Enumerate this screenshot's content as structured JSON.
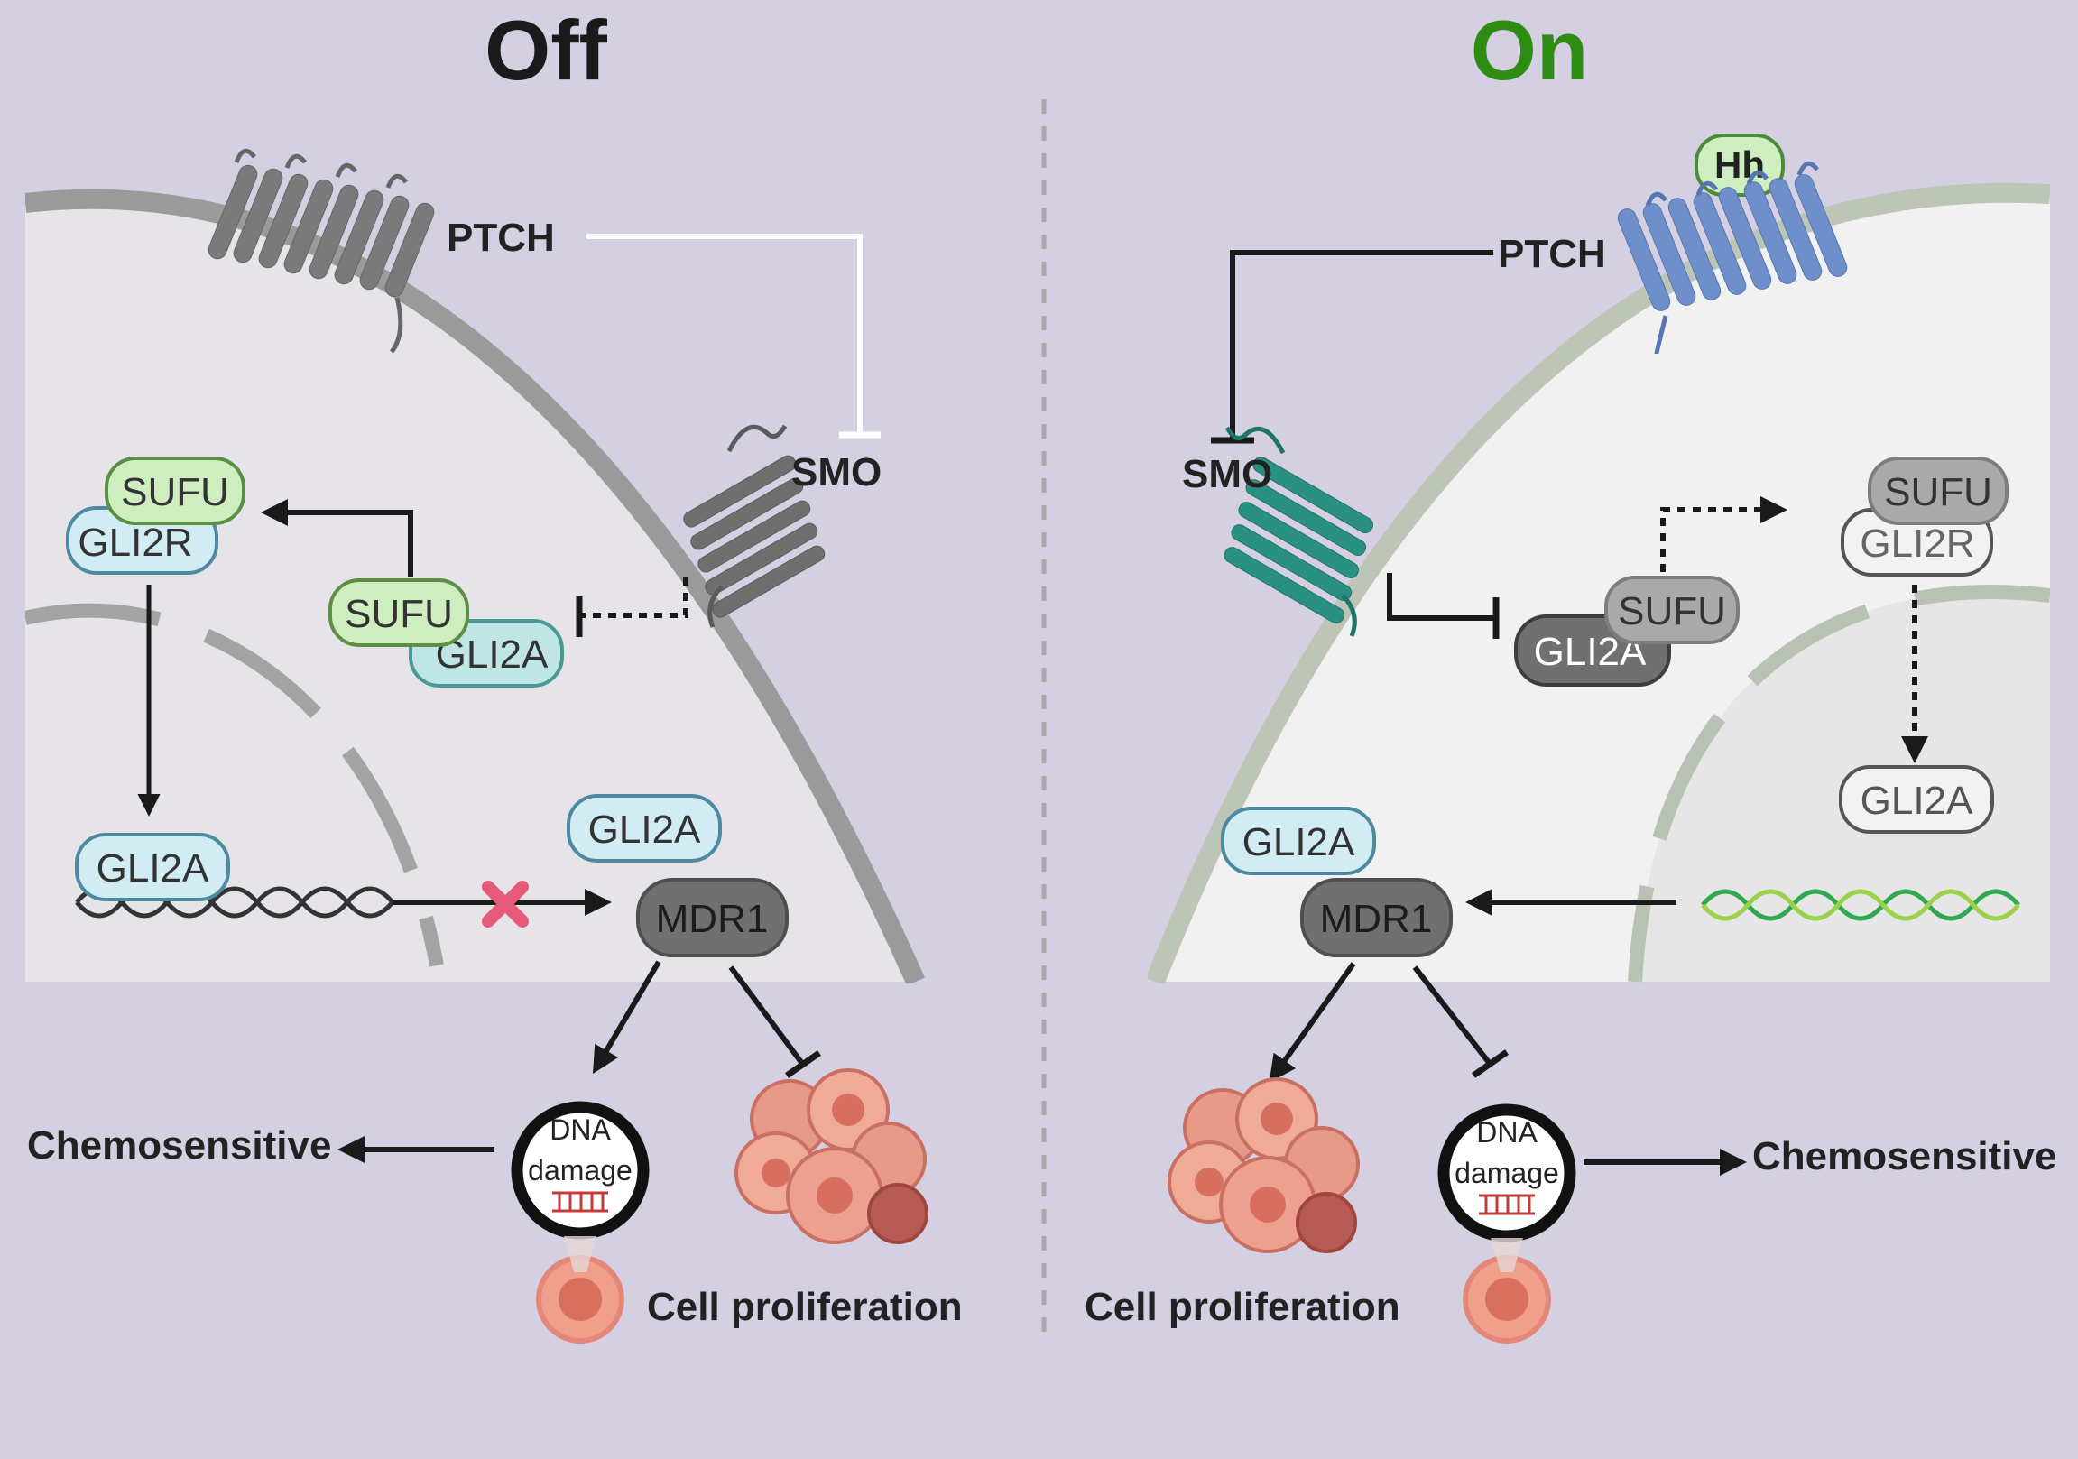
{
  "titles": {
    "off": "Off",
    "on": "On"
  },
  "colors": {
    "background": "#d5d0e1",
    "title_off": "#1a1a1a",
    "title_on": "#2e8b14",
    "ptch_active": "#6e8fc9",
    "smo_active": "#2a9182",
    "pill_sufu_green": "#cfeec0",
    "pill_gli2a_teal": "#bfe6e4",
    "pill_gli2_light": "#d2ecf4",
    "pill_mdr1": "#707070",
    "inhibition_x": "#e45a78"
  },
  "off_panel": {
    "ptch": "PTCH",
    "smo": "SMO",
    "sufu_top": "SUFU",
    "gli2r": "GLI2R",
    "sufu_mid": "SUFU",
    "gli2a_mid": "GLI2A",
    "gli2a_dna": "GLI2A",
    "gli2a_free": "GLI2A",
    "mdr1": "MDR1",
    "dna_damage_line1": "DNA",
    "dna_damage_line2": "damage",
    "chemosensitive": "Chemosensitive",
    "cell_proliferation": "Cell proliferation"
  },
  "on_panel": {
    "hh": "Hh",
    "ptch": "PTCH",
    "smo": "SMO",
    "sufu_mid": "SUFU",
    "gli2a_mid": "GLI2A",
    "sufu_top": "SUFU",
    "gli2r": "GLI2R",
    "gli2a_nuc": "GLI2A",
    "gli2a_free": "GLI2A",
    "mdr1": "MDR1",
    "dna_damage_line1": "DNA",
    "dna_damage_line2": "damage",
    "chemosensitive": "Chemosensitive",
    "cell_proliferation": "Cell proliferation"
  }
}
